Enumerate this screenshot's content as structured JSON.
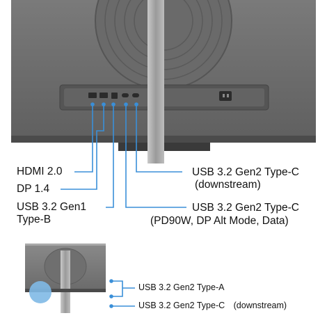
{
  "labels": {
    "hdmi": "HDMI 2.0",
    "dp": "DP 1.4",
    "usb_gen1_line1": "USB 3.2 Gen1",
    "usb_gen1_line2": "Type-B",
    "usbc_down_line1": "USB 3.2 Gen2 Type-C",
    "usbc_down_line2": "(downstream)",
    "usbc_pd_line1": "USB 3.2 Gen2 Type-C",
    "usbc_pd_line2": "(PD90W, DP Alt Mode, Data)",
    "side_usba": "USB 3.2 Gen2 Type-A",
    "side_usbc": "USB 3.2 Gen2 Type-C　(downstream)"
  },
  "colors": {
    "callout_line": "#3a8fd8",
    "monitor_body": "#6e6e6e",
    "stand": "#9a9a9a"
  }
}
